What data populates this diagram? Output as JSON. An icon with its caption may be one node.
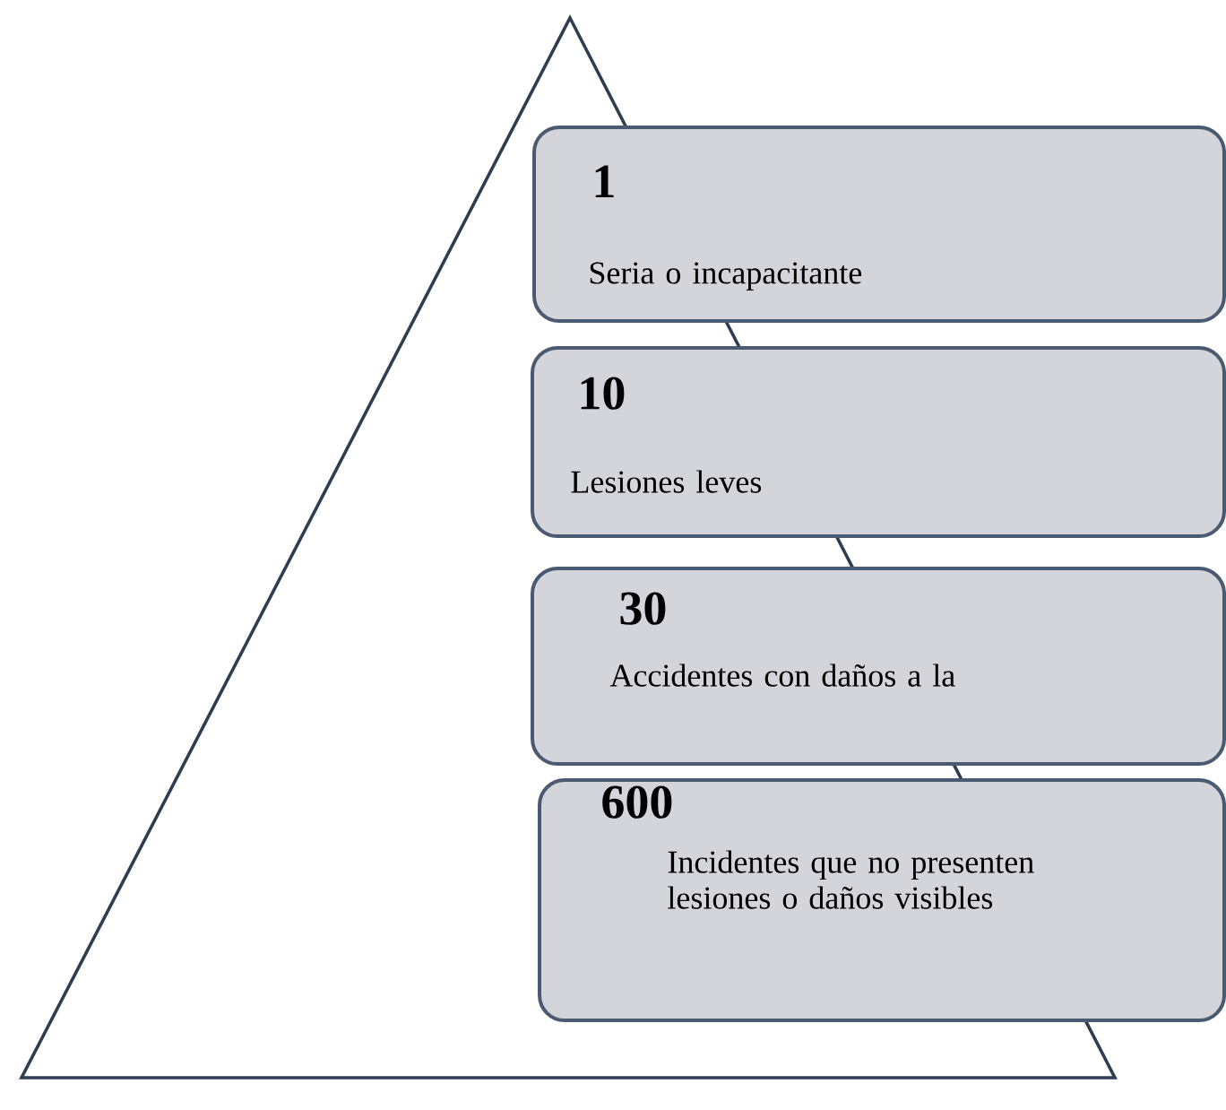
{
  "diagram": {
    "nodes": [
      {
        "text": [
          "1",
          "Seria o incapacitante"
        ]
      },
      {
        "text": [
          "10",
          "Lesiones leves"
        ]
      },
      {
        "text": [
          "30",
          "Accidentes con daños a la"
        ]
      },
      {
        "text": [
          "600",
          "Incidentes que no presenten lesiones o daños visibles"
        ]
      }
    ]
  }
}
